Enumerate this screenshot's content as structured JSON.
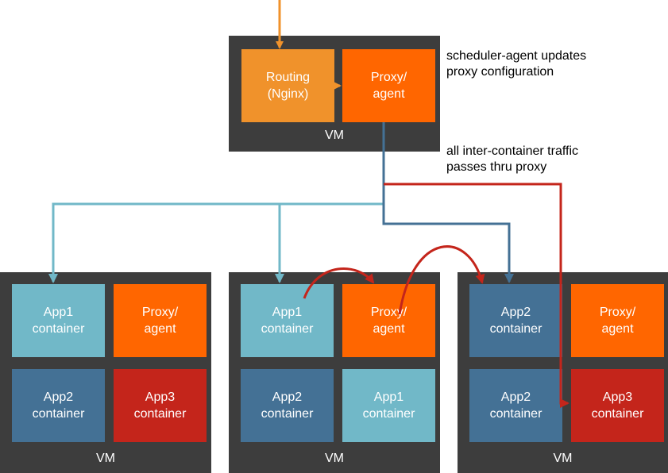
{
  "top_vm": {
    "label": "VM",
    "routing": "Routing\n(Nginx)",
    "proxy": "Proxy/\nagent"
  },
  "notes": {
    "scheduler": "scheduler-agent updates\nproxy configuration",
    "traffic": "all inter-container traffic\npasses thru proxy"
  },
  "vms": [
    {
      "label": "VM",
      "boxes": [
        "App1\ncontainer",
        "Proxy/\nagent",
        "App2\ncontainer",
        "App3\ncontainer"
      ]
    },
    {
      "label": "VM",
      "boxes": [
        "App1\ncontainer",
        "Proxy/\nagent",
        "App2\ncontainer",
        "App1\ncontainer"
      ]
    },
    {
      "label": "VM",
      "boxes": [
        "App2\ncontainer",
        "Proxy/\nagent",
        "App2\ncontainer",
        "App3\ncontainer"
      ]
    }
  ],
  "colors": {
    "vm_bg": "#3d3d3d",
    "routing": "#f0922b",
    "proxy": "#ff6600",
    "app1": "#71b8c8",
    "app2": "#447195",
    "app3": "#c4251b",
    "config_line": "#447195",
    "traffic_line": "#c4251b"
  }
}
